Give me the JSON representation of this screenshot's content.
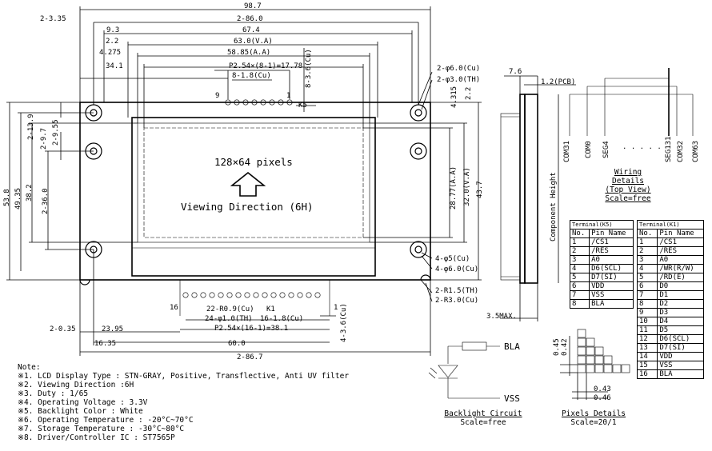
{
  "front_view": {
    "dims": {
      "d_98_7": "98.7",
      "d_2_86_0": "2-86.0",
      "d_2_3_35": "2-3.35",
      "d_9_3": "9.3",
      "d_67_4": "67.4",
      "d_2_2": "2.2",
      "d_63_0": "63.0(V.A)",
      "d_4_275": "4.275",
      "d_58_85": "58.85(A.A)",
      "d_34_1": "34.1",
      "d_p254": "P2.54×(8-1)=17.78",
      "d_8_1_8": "8-1.8(Cu)",
      "d_8_3_6": "8-3.6(Cu)",
      "d_2_6_0cu": "2-φ6.0(Cu)",
      "d_2_3_0th": "2-φ3.0(TH)",
      "d_4_315": "4.315",
      "d_2_2b": "2.2",
      "d_2_13_9": "2-13.9",
      "d_2_9_7": "2-9.7",
      "d_2_9_55": "2-9.55",
      "d_53_8": "53.8",
      "d_49_35": "49.35",
      "d_38_2": "38.2",
      "d_2_36_0": "2-36.0",
      "d_28_77": "28.77(A.A)",
      "d_32_0": "32.0(V.A)",
      "d_43_7": "43.7",
      "d_4_6_5": "4-φ5(Cu)",
      "d_4_6_0": "4-φ6.0(Cu)",
      "d_2_r1_5": "2-R1.5(TH)",
      "d_2_r3_0": "2-R3.0(Cu)",
      "d_16": "16",
      "d_22_r0_9": "22-R0.9(Cu)",
      "d_k1": "K1",
      "d_1": "1",
      "d_24_1_0": "24-φ1.0(TH)",
      "d_16_1_8": "16-1.8(Cu)",
      "d_p254_16": "P2.54×(16-1)=38.1",
      "d_4_3_6": "4-3.6(Cu)",
      "d_2_0_35": "2-0.35",
      "d_23_95": "23.95",
      "d_16_35": "16.35",
      "d_60_0": "60.0",
      "d_2_86_7": "2-86.7",
      "d_9": "9",
      "d_1b": "1",
      "d_k5": "K5"
    },
    "screen_title": "128×64 pixels",
    "viewing_direction": "Viewing Direction (6H)"
  },
  "side_view": {
    "d_7_6": "7.6",
    "d_1_2": "1.2(PCB)",
    "component_height": "Component Height",
    "d_3_5max": "3.5MAX."
  },
  "wiring": {
    "labels": [
      "COM31",
      "COM0",
      "SEG4",
      ". . . . .",
      "SEG131",
      "COM32",
      "COM63"
    ],
    "caption_line1": "Wiring Details",
    "caption_line2": "(Top View)",
    "caption_line3": "Scale=free"
  },
  "table_k5": {
    "title": "Terminal(K5)",
    "headers": [
      "No.",
      "Pin Name"
    ],
    "rows": [
      [
        "1",
        "/CS1"
      ],
      [
        "2",
        "/RES"
      ],
      [
        "3",
        "A0"
      ],
      [
        "4",
        "D6(SCL)"
      ],
      [
        "5",
        "D7(SI)"
      ],
      [
        "6",
        "VDD"
      ],
      [
        "7",
        "VSS"
      ],
      [
        "8",
        "BLA"
      ]
    ]
  },
  "table_k1": {
    "title": "Terminal(K1)",
    "headers": [
      "No.",
      "Pin Name"
    ],
    "rows": [
      [
        "1",
        "/CS1"
      ],
      [
        "2",
        "/RES"
      ],
      [
        "3",
        "A0"
      ],
      [
        "4",
        "/WR(R/W)"
      ],
      [
        "5",
        "/RD(E)"
      ],
      [
        "6",
        "D0"
      ],
      [
        "7",
        "D1"
      ],
      [
        "8",
        "D2"
      ],
      [
        "9",
        "D3"
      ],
      [
        "10",
        "D4"
      ],
      [
        "11",
        "D5"
      ],
      [
        "12",
        "D6(SCL)"
      ],
      [
        "13",
        "D7(SI)"
      ],
      [
        "14",
        "VDD"
      ],
      [
        "15",
        "VSS"
      ],
      [
        "16",
        "BLA"
      ]
    ]
  },
  "backlight": {
    "bla": "BLA",
    "vss": "VSS",
    "caption_line1": "Backlight Circuit",
    "caption_line2": "Scale=free"
  },
  "pixels": {
    "d_0_45": "0.45",
    "d_0_42": "0.42",
    "d_0_43": "0.43",
    "d_0_46": "0.46",
    "caption_line1": "Pixels Details",
    "caption_line2": "Scale=20/1"
  },
  "notes": {
    "title": "Note:",
    "items": [
      "※1. LCD Display Type : STN-GRAY, Positive, Transflective, Anti UV filter",
      "※2. Viewing Direction :6H",
      "※3. Duty : 1/65",
      "※4. Operating Voltage : 3.3V",
      "※5. Backlight Color :  White",
      "※6. Operating Temperature : -20°C~70°C",
      "※7. Storage Temperature : -30°C~80°C",
      "※8. Driver/Controller IC : ST7565P"
    ]
  }
}
